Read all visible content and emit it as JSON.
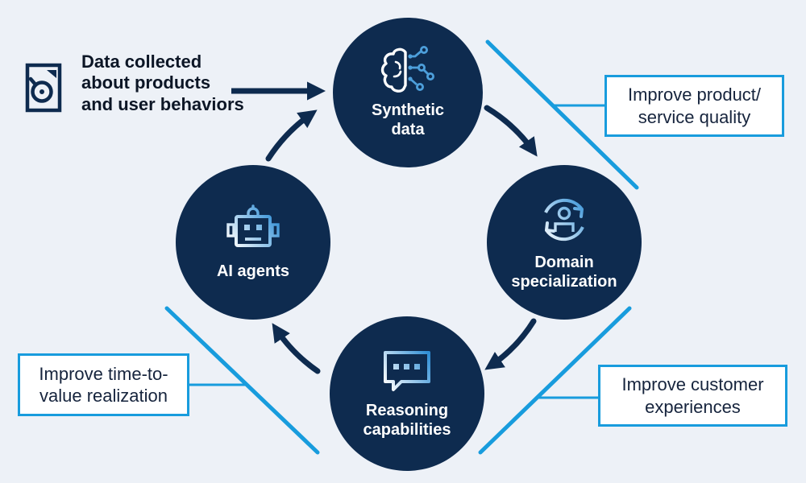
{
  "title": "AI data flywheel diagram",
  "colors": {
    "background": "#edf1f7",
    "navy": "#0e2b4f",
    "bright_blue": "#189cdd",
    "icon_blue": "#4d9fdb",
    "box_text": "#16243d",
    "header_text": "#0c1626",
    "node_text": "#ffffff"
  },
  "header": {
    "icon": "data-collection-icon",
    "lines": [
      "Data collected",
      "about products",
      "and user behaviors"
    ]
  },
  "cycle": {
    "nodes": [
      {
        "id": "synthetic-data",
        "icon": "brain-circuit-icon",
        "label": "Synthetic data",
        "label_lines": [
          "Synthetic",
          "data"
        ]
      },
      {
        "id": "domain-specialization",
        "icon": "person-refresh-icon",
        "label": "Domain specialization",
        "label_lines": [
          "Domain",
          "specialization"
        ]
      },
      {
        "id": "reasoning-capabilities",
        "icon": "chat-dots-icon",
        "label": "Reasoning capabilities",
        "label_lines": [
          "Reasoning",
          "capabilities"
        ]
      },
      {
        "id": "ai-agents",
        "icon": "robot-icon",
        "label": "AI agents",
        "label_lines": [
          "AI agents"
        ]
      }
    ],
    "arrows": [
      "data-collected-to-synthetic-data",
      "synthetic-data-to-domain-specialization",
      "domain-specialization-to-reasoning-capabilities",
      "reasoning-capabilities-to-ai-agents",
      "ai-agents-to-synthetic-data"
    ]
  },
  "callouts": [
    {
      "id": "improve-product-service-quality",
      "label": "Improve product/ service quality",
      "lines": [
        "Improve product/",
        "service quality"
      ]
    },
    {
      "id": "improve-customer-experiences",
      "label": "Improve customer experiences",
      "lines": [
        "Improve customer",
        "experiences"
      ]
    },
    {
      "id": "improve-time-to-value-realization",
      "label": "Improve time-to-value realization",
      "lines": [
        "Improve time-to-",
        "value realization"
      ]
    }
  ]
}
